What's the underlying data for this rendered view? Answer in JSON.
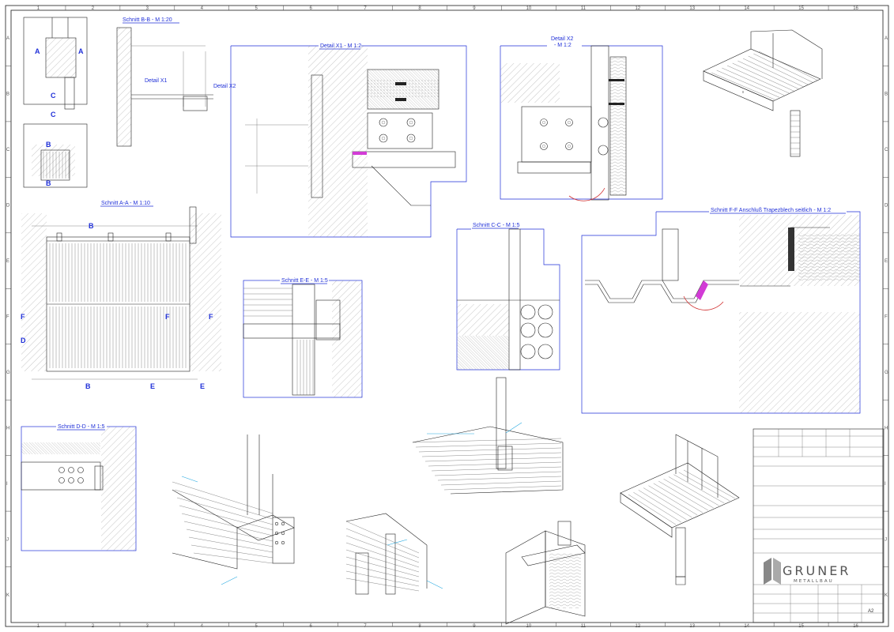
{
  "sheet": {
    "columns": [
      "1",
      "2",
      "3",
      "4",
      "5",
      "6",
      "7",
      "8",
      "9",
      "10",
      "11",
      "12",
      "13",
      "14",
      "15",
      "16"
    ],
    "rows": [
      "A",
      "B",
      "C",
      "D",
      "E",
      "F",
      "G",
      "H",
      "I",
      "J",
      "K"
    ]
  },
  "views": {
    "schnitt_bb": "Schnitt B-B - M 1:20",
    "detail_x1": "Detail X1 - M 1:2",
    "detail_x2_line1": "Detail X2",
    "detail_x2_line2": "- M 1:2",
    "schnitt_aa": "Schnitt A-A - M 1:10",
    "schnitt_cc": "Schnitt C-C - M 1:5",
    "schnitt_ff": "Schnitt F-F  Anschluß Trapezblech seitlich - M 1:2",
    "schnitt_ee": "Schnitt E-E - M 1:5",
    "schnitt_dd": "Schnitt D-D - M 1:5"
  },
  "callouts": {
    "detail_x1": "Detail X1",
    "detail_x2": "Detail X2",
    "sec_a": "A",
    "sec_b": "B",
    "sec_c": "C",
    "sec_d": "D",
    "sec_e": "E",
    "sec_f": "F"
  },
  "title_block": {
    "logo": "GRUNER",
    "logo_sub": "METALLBAU",
    "format": "A2"
  },
  "colors": {
    "annotation": "#1f2fd8",
    "highlight": "#d23bd6",
    "leader": "#23a8e0",
    "line": "#222222"
  }
}
